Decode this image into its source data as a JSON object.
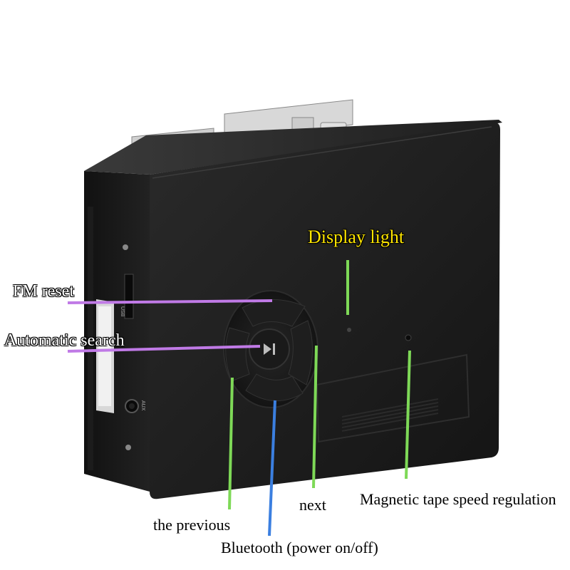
{
  "labels": {
    "display_light": "Display light",
    "fm_reset": "FM reset",
    "automatic_search": "Automatic search",
    "the_previous": "the previous",
    "next": "next",
    "magnetic_tape_speed": "Magnetic tape speed regulation",
    "bluetooth": "Bluetooth (power on/off)"
  },
  "port_text": {
    "side_port": "AUX",
    "side_slot": "USB"
  },
  "colors": {
    "body": "#1a1a1a",
    "callout_purple": "#c07ae6",
    "callout_green": "#7ed957",
    "callout_blue": "#3b7fe0",
    "label_yellow": "#ffe600"
  }
}
